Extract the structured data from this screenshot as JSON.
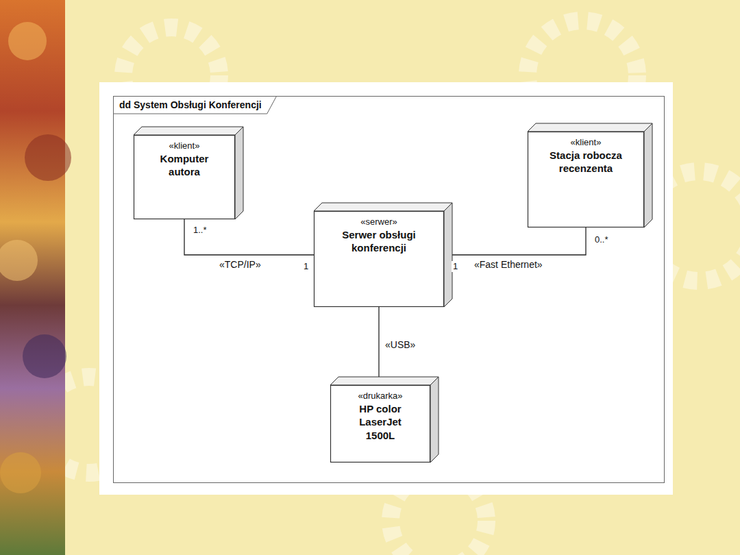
{
  "diagram": {
    "nodes": [
      {
        "text": [
          "dd System Obsługi Konferencji"
        ]
      },
      {
        "text": [
          "«klient»",
          "Komputer autora"
        ],
        "in": 0
      },
      {
        "text": [
          "«klient»",
          "Stacja robocza recenzenta"
        ],
        "in": 0
      },
      {
        "text": [
          "«serwer»",
          "Serwer obsługi konferencji"
        ],
        "in": 0
      },
      {
        "text": [
          "«drukarka»",
          "HP color LaserJet 1500L"
        ],
        "in": 0
      }
    ],
    "edges": [
      {
        "from": 1,
        "to": 3,
        "arrow": "none",
        "label": "«TCP/IP»"
      },
      {
        "from": 3,
        "to": 2,
        "arrow": "none",
        "label": "«Fast Ethernet»"
      },
      {
        "from": 3,
        "to": 4,
        "arrow": "none",
        "label": "«USB»"
      }
    ],
    "labels": [
      "1..*",
      "1",
      "1",
      "0..*"
    ]
  }
}
